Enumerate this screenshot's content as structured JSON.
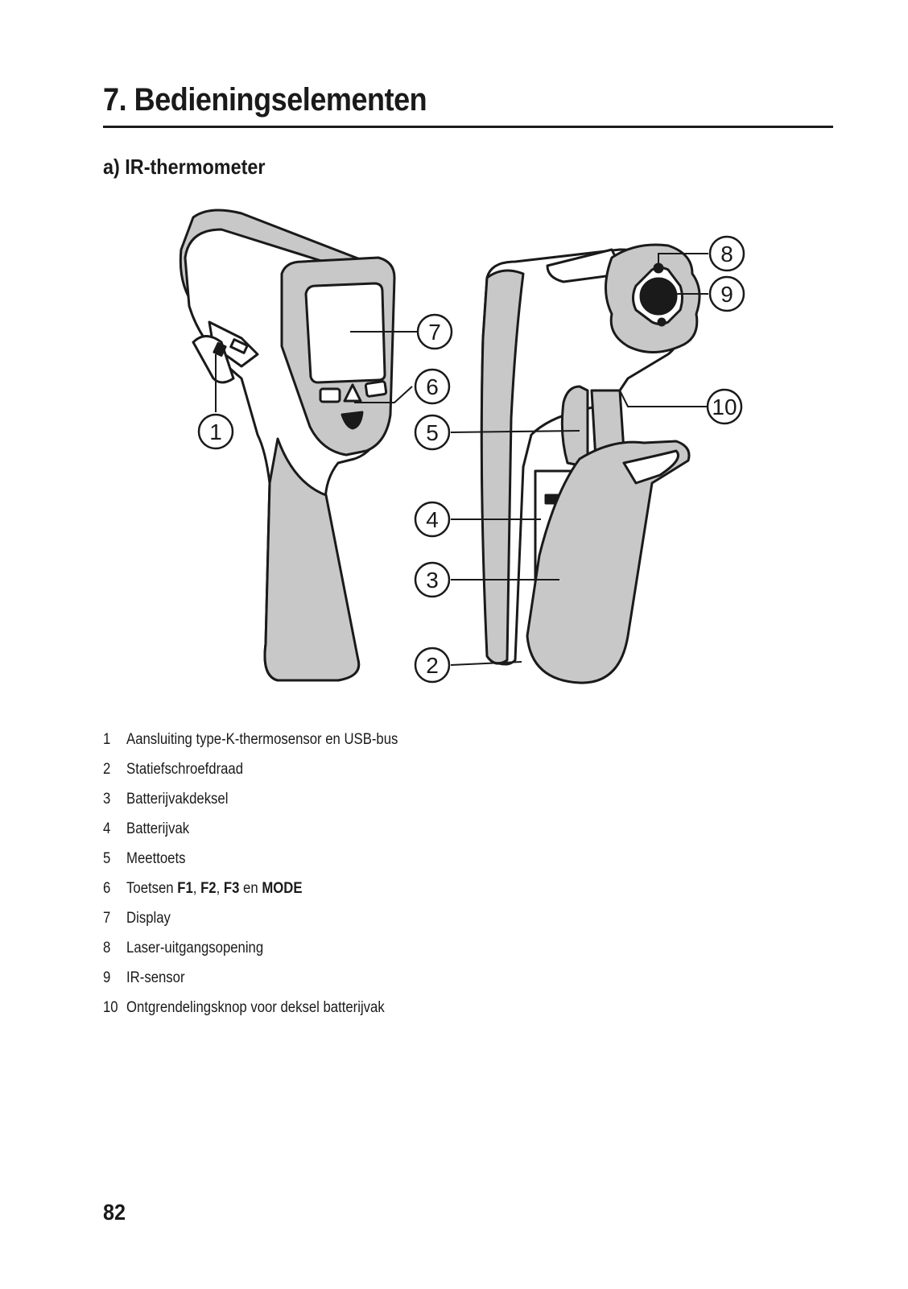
{
  "header": {
    "title": "7. Bedieningselementen",
    "subtitle": "a) IR-thermometer"
  },
  "figure": {
    "callouts": [
      "1",
      "2",
      "3",
      "4",
      "5",
      "6",
      "7",
      "8",
      "9",
      "10"
    ]
  },
  "legend": [
    {
      "num": "1",
      "label": "Aansluiting type-K-thermosensor en USB-bus"
    },
    {
      "num": "2",
      "label": "Statiefschroefdraad"
    },
    {
      "num": "3",
      "label": "Batterijvakdeksel"
    },
    {
      "num": "4",
      "label": "Batterijvak"
    },
    {
      "num": "5",
      "label": "Meettoets"
    },
    {
      "num": "6",
      "parts": {
        "a": "Toetsen ",
        "b": "F1",
        "c": ", ",
        "d": "F2",
        "e": ", ",
        "f": "F3",
        "g": " en ",
        "h": "MODE"
      }
    },
    {
      "num": "7",
      "label": "Display"
    },
    {
      "num": "8",
      "label": "Laser-uitgangsopening"
    },
    {
      "num": "9",
      "label": "IR-sensor"
    },
    {
      "num": "10",
      "label": "Ontgrendelingsknop voor deksel batterijvak"
    }
  ],
  "footer": {
    "page_number": "82"
  }
}
